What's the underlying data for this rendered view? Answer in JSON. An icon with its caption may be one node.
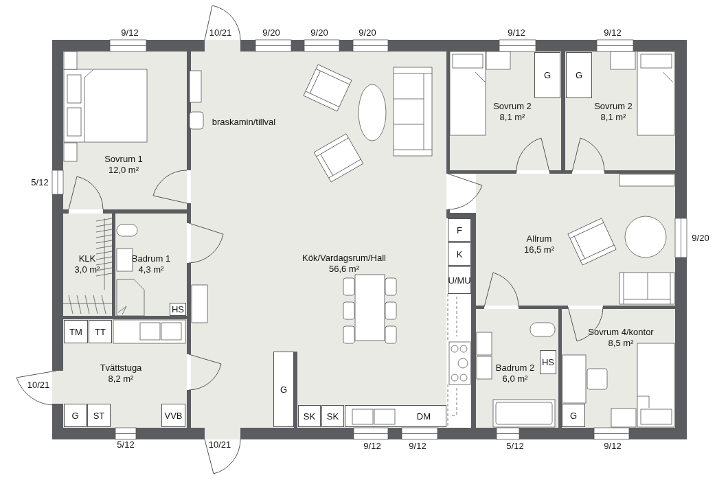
{
  "diagram": {
    "nodes": [
      {
        "text": [
          "Sovrum 1",
          "12,0 m²"
        ]
      },
      {
        "text": [
          "KLK",
          "3,0 m²"
        ]
      },
      {
        "text": [
          "Badrum 1",
          "4,3 m²"
        ]
      },
      {
        "text": [
          "HS"
        ],
        "in": 2
      },
      {
        "text": [
          "Tvättstuga",
          "8,2 m²"
        ]
      },
      {
        "text": [
          "TM"
        ],
        "in": 4
      },
      {
        "text": [
          "TT"
        ],
        "in": 4
      },
      {
        "text": [
          "G"
        ],
        "in": 4
      },
      {
        "text": [
          "ST"
        ],
        "in": 4
      },
      {
        "text": [
          "VVB"
        ],
        "in": 4
      },
      {
        "text": [
          "Kök/Vardagsrum/Hall",
          "56,6 m²"
        ]
      },
      {
        "text": [
          "G"
        ],
        "in": 10
      },
      {
        "text": [
          "SK"
        ],
        "in": 10
      },
      {
        "text": [
          "SK"
        ],
        "in": 10
      },
      {
        "text": [
          "DM"
        ],
        "in": 10
      },
      {
        "text": [
          "Sovrum 2",
          "8,1 m²"
        ]
      },
      {
        "text": [
          "G"
        ],
        "in": 15
      },
      {
        "text": [
          "Sovrum 2",
          "8,1 m²"
        ]
      },
      {
        "text": [
          "G"
        ],
        "in": 17
      },
      {
        "text": [
          "F"
        ]
      },
      {
        "text": [
          "K"
        ]
      },
      {
        "text": [
          "U/MU"
        ]
      },
      {
        "text": [
          "Allrum",
          "16,5 m²"
        ]
      },
      {
        "text": [
          "Badrum 2",
          "6,0 m²"
        ]
      },
      {
        "text": [
          "HS"
        ],
        "in": 23
      },
      {
        "text": [
          "Sovrum 4/kontor",
          "8,5 m²"
        ]
      },
      {
        "text": [
          "G"
        ],
        "in": 25
      }
    ],
    "labels": [
      "9/12",
      "10/21",
      "9/20",
      "9/20",
      "9/20",
      "9/12",
      "9/12",
      "5/12",
      "braskamin/tillval",
      "9/20",
      "10/21",
      "5/12",
      "10/21",
      "9/12",
      "9/12",
      "5/12",
      "9/12"
    ]
  }
}
